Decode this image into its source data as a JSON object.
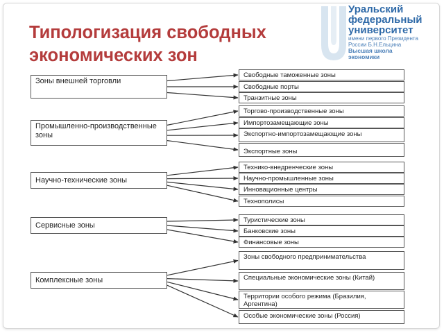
{
  "title_lines": [
    "Типологизация свободных",
    "экономических зон"
  ],
  "logo": {
    "lines": [
      "Уральский",
      "федеральный",
      "университет"
    ],
    "subtitle": [
      "имени первого Президента",
      "России Б.Н.Ельцина"
    ],
    "school": [
      "Высшая школа",
      "экономики"
    ]
  },
  "categories": [
    {
      "label": "Зоны внешней торговли"
    },
    {
      "label": "Промышленно-производственные зоны"
    },
    {
      "label": "Научно-технические зоны"
    },
    {
      "label": "Сервисные зоны"
    },
    {
      "label": "Комплексные зоны"
    }
  ],
  "items": [
    {
      "label": "Свободные таможенные зоны"
    },
    {
      "label": "Свободные порты"
    },
    {
      "label": "Транзитные зоны"
    },
    {
      "label": "Торгово-производственные зоны"
    },
    {
      "label": "Импортозамещающие зоны"
    },
    {
      "label": "Экспортно-импортозамещающие зоны"
    },
    {
      "label": "Экспортные зоны"
    },
    {
      "label": "Технико-внедренческие зоны"
    },
    {
      "label": "Научно-промышленные зоны"
    },
    {
      "label": "Инновационные центры"
    },
    {
      "label": "Технополисы"
    },
    {
      "label": "Туристические зоны"
    },
    {
      "label": "Банковские зоны"
    },
    {
      "label": "Финансовые зоны"
    },
    {
      "label": "Зоны свободного предпринимательства"
    },
    {
      "label": "Специальные экономические зоны (Китай)"
    },
    {
      "label": "Территории особого режима (Бразилия, Аргентина)"
    },
    {
      "label": "Особые экономические зоны (Россия)"
    }
  ],
  "edges": [
    [
      0,
      0
    ],
    [
      0,
      1
    ],
    [
      0,
      2
    ],
    [
      1,
      3
    ],
    [
      1,
      4
    ],
    [
      1,
      5
    ],
    [
      1,
      6
    ],
    [
      2,
      7
    ],
    [
      2,
      8
    ],
    [
      2,
      9
    ],
    [
      2,
      10
    ],
    [
      3,
      11
    ],
    [
      3,
      12
    ],
    [
      3,
      13
    ],
    [
      4,
      14
    ],
    [
      4,
      15
    ],
    [
      4,
      16
    ],
    [
      4,
      17
    ]
  ]
}
